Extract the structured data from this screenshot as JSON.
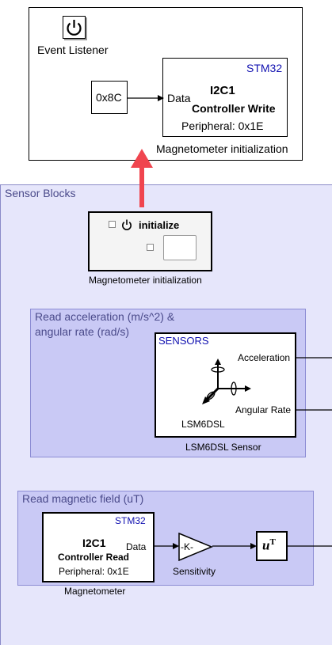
{
  "top_subsystem": {
    "event_listener_label": "Event Listener",
    "constant_value": "0x8C",
    "write_block": {
      "vendor": "STM32",
      "port_label": "Data",
      "title": "I2C1",
      "subtitle": "Controller Write",
      "peripheral": "Peripheral: 0x1E"
    },
    "caption": "Magnetometer initialization"
  },
  "sensor_area": {
    "title": "Sensor Blocks",
    "init_block": {
      "label": "initialize",
      "caption": "Magnetometer initialization"
    },
    "accel_group": {
      "title_line1": "Read  acceleration (m/s^2) &",
      "title_line2": "angular rate (rad/s)",
      "sensor_block": {
        "vendor": "SENSORS",
        "port_out_1": "Acceleration",
        "port_out_2": "Angular Rate",
        "model": "LSM6DSL",
        "caption": "LSM6DSL Sensor"
      }
    },
    "mag_group": {
      "title": "Read magnetic field (uT)",
      "read_block": {
        "vendor": "STM32",
        "title": "I2C1",
        "subtitle": "Controller Read",
        "peripheral": "Peripheral: 0x1E",
        "port_label": "Data",
        "caption": "Magnetometer"
      },
      "gain_block": {
        "label": "-K-",
        "caption": "Sensitivity"
      },
      "transpose_block": {
        "base": "u",
        "superscript": "T"
      }
    }
  },
  "colors": {
    "highlight_arrow": "#f0454f",
    "area_background": "#e6e6fb",
    "group_background": "#c9c9f5",
    "vendor_text": "#1010b0"
  }
}
